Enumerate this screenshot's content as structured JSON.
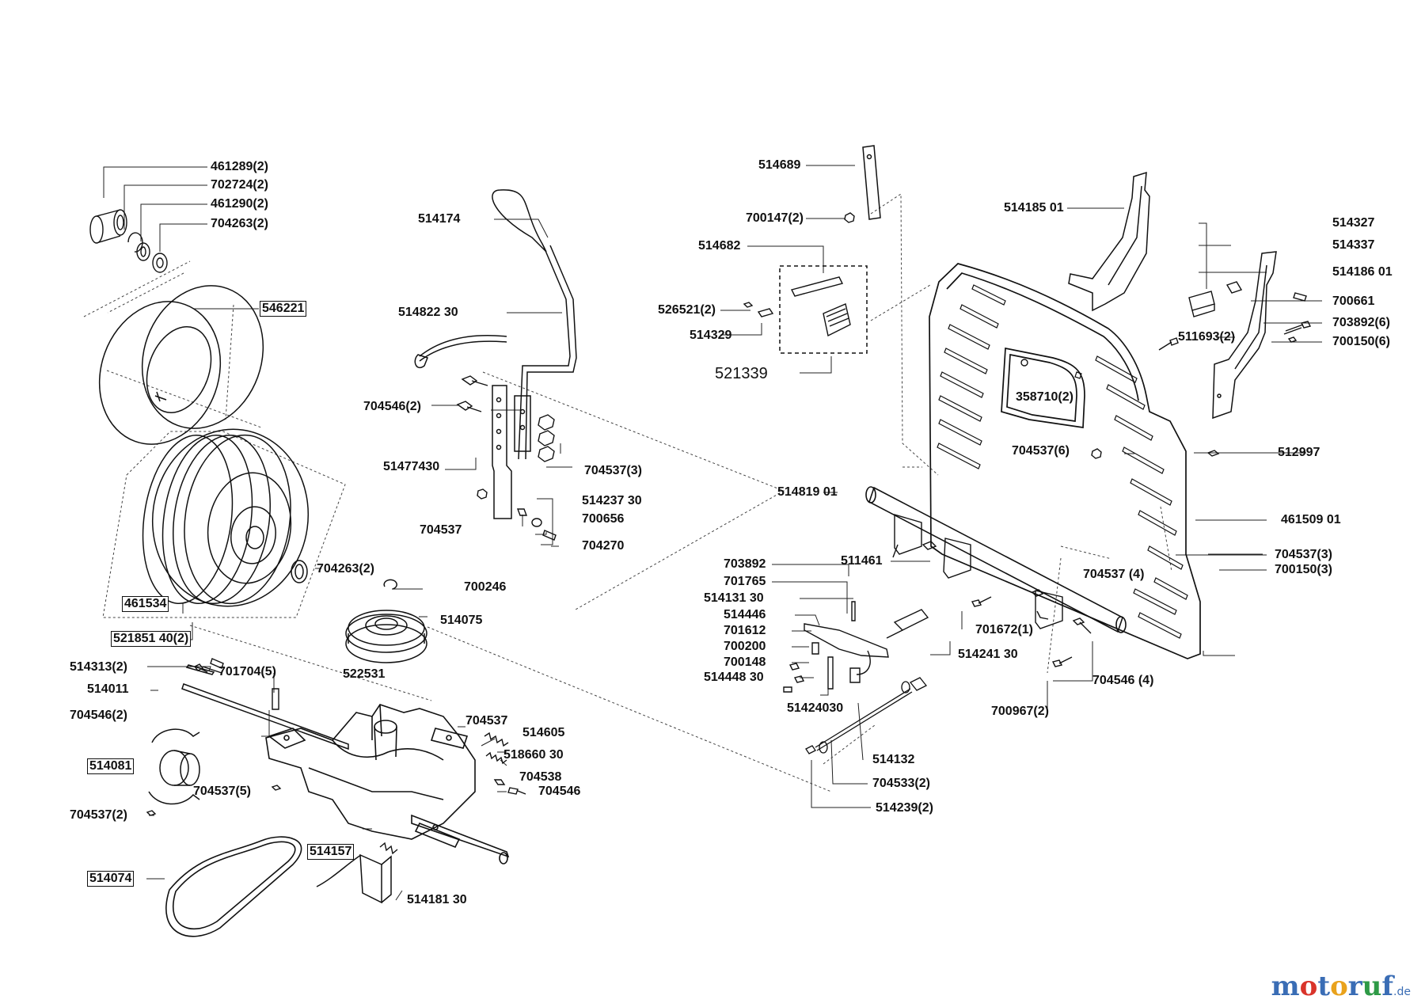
{
  "labels": [
    {
      "id": "p461289",
      "text": "461289(2)"
    },
    {
      "id": "p702724",
      "text": "702724(2)"
    },
    {
      "id": "p461290",
      "text": "461290(2)"
    },
    {
      "id": "p704263a",
      "text": "704263(2)"
    },
    {
      "id": "p546221",
      "text": "546221"
    },
    {
      "id": "p461534",
      "text": "461534"
    },
    {
      "id": "p704263b",
      "text": "704263(2)"
    },
    {
      "id": "p521851",
      "text": "521851 40(2)"
    },
    {
      "id": "p514174",
      "text": "514174"
    },
    {
      "id": "p514822",
      "text": "514822 30"
    },
    {
      "id": "p704546a",
      "text": "704546(2)"
    },
    {
      "id": "p51477430",
      "text": "51477430"
    },
    {
      "id": "p704537a",
      "text": "704537(3)"
    },
    {
      "id": "p514237",
      "text": "514237 30"
    },
    {
      "id": "p700656",
      "text": "700656"
    },
    {
      "id": "p704270",
      "text": "704270"
    },
    {
      "id": "p704537b",
      "text": "704537"
    },
    {
      "id": "p700246",
      "text": "700246"
    },
    {
      "id": "p514075",
      "text": "514075"
    },
    {
      "id": "p522531",
      "text": "522531"
    },
    {
      "id": "p514313",
      "text": "514313(2)"
    },
    {
      "id": "p701704",
      "text": "701704(5)"
    },
    {
      "id": "p514011",
      "text": "514011"
    },
    {
      "id": "p704546b",
      "text": "704546(2)"
    },
    {
      "id": "p514081",
      "text": "514081"
    },
    {
      "id": "p704537c",
      "text": "704537(5)"
    },
    {
      "id": "p704537d",
      "text": "704537(2)"
    },
    {
      "id": "p704537e",
      "text": "704537"
    },
    {
      "id": "p514605",
      "text": "514605"
    },
    {
      "id": "p518660",
      "text": "518660 30"
    },
    {
      "id": "p704538",
      "text": "704538"
    },
    {
      "id": "p704546c",
      "text": "704546"
    },
    {
      "id": "p514157",
      "text": "514157"
    },
    {
      "id": "p514074",
      "text": "514074"
    },
    {
      "id": "p514181",
      "text": "514181 30"
    },
    {
      "id": "p514689",
      "text": "514689"
    },
    {
      "id": "p700147",
      "text": "700147(2)"
    },
    {
      "id": "p514682",
      "text": "514682"
    },
    {
      "id": "p526521",
      "text": "526521(2)"
    },
    {
      "id": "p514329",
      "text": "514329"
    },
    {
      "id": "p521339",
      "text": "521339"
    },
    {
      "id": "p514185",
      "text": "514185 01"
    },
    {
      "id": "p514327",
      "text": "514327"
    },
    {
      "id": "p514337",
      "text": "514337"
    },
    {
      "id": "p514186",
      "text": "514186 01"
    },
    {
      "id": "p700661",
      "text": "700661"
    },
    {
      "id": "p703892a",
      "text": "703892(6)"
    },
    {
      "id": "p700150a",
      "text": "700150(6)"
    },
    {
      "id": "p511693",
      "text": "511693(2)"
    },
    {
      "id": "p358710",
      "text": "358710(2)"
    },
    {
      "id": "p704537f",
      "text": "704537(6)"
    },
    {
      "id": "p512997",
      "text": "512997"
    },
    {
      "id": "p514819",
      "text": "514819 01"
    },
    {
      "id": "p461509",
      "text": "461509 01"
    },
    {
      "id": "p511461",
      "text": "511461"
    },
    {
      "id": "p704537g",
      "text": "704537 (4)"
    },
    {
      "id": "p704537h",
      "text": "704537(3)"
    },
    {
      "id": "p700150b",
      "text": "700150(3)"
    },
    {
      "id": "p703892b",
      "text": "703892"
    },
    {
      "id": "p701765",
      "text": "701765"
    },
    {
      "id": "p514131",
      "text": "514131 30"
    },
    {
      "id": "p514446",
      "text": "514446"
    },
    {
      "id": "p701612",
      "text": "701612"
    },
    {
      "id": "p700200",
      "text": "700200"
    },
    {
      "id": "p700148",
      "text": "700148"
    },
    {
      "id": "p514448",
      "text": "514448 30"
    },
    {
      "id": "p51424030",
      "text": "51424030"
    },
    {
      "id": "p514241",
      "text": "514241 30"
    },
    {
      "id": "p701672",
      "text": "701672(1)"
    },
    {
      "id": "p704546d",
      "text": "704546 (4)"
    },
    {
      "id": "p700967",
      "text": "700967(2)"
    },
    {
      "id": "p514132",
      "text": "514132"
    },
    {
      "id": "p704533",
      "text": "704533(2)"
    },
    {
      "id": "p514239",
      "text": "514239(2)"
    }
  ],
  "brand": {
    "m": "m",
    "o1": "o",
    "t": "t",
    "o2": "o",
    "r": "r",
    "u": "u",
    "f": "f",
    "tld": ".de"
  }
}
